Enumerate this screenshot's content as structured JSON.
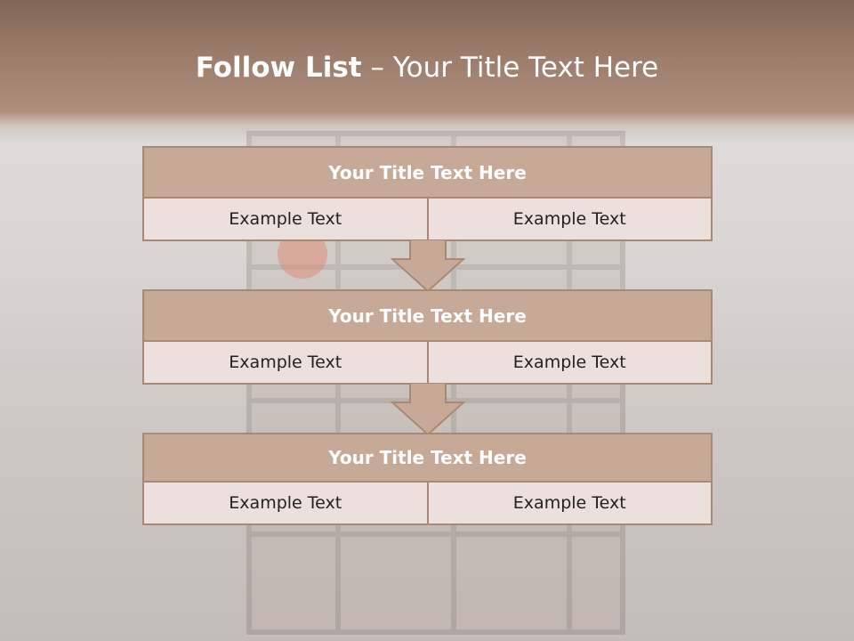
{
  "slide": {
    "title_bold": "Follow List",
    "title_rest": "– Your Title Text Here"
  },
  "blocks": [
    {
      "title": "Your Title Text Here",
      "cells": [
        "Example Text",
        "Example Text"
      ]
    },
    {
      "title": "Your Title Text Here",
      "cells": [
        "Example Text",
        "Example Text"
      ]
    },
    {
      "title": "Your Title Text Here",
      "cells": [
        "Example Text",
        "Example Text"
      ]
    }
  ],
  "colors": {
    "header_band": "#9a7a68",
    "block_title_fill": "#c6a996",
    "block_border": "#a88974",
    "cell_fill": "#ebe0db",
    "arrow_fill": "#c6a996"
  }
}
